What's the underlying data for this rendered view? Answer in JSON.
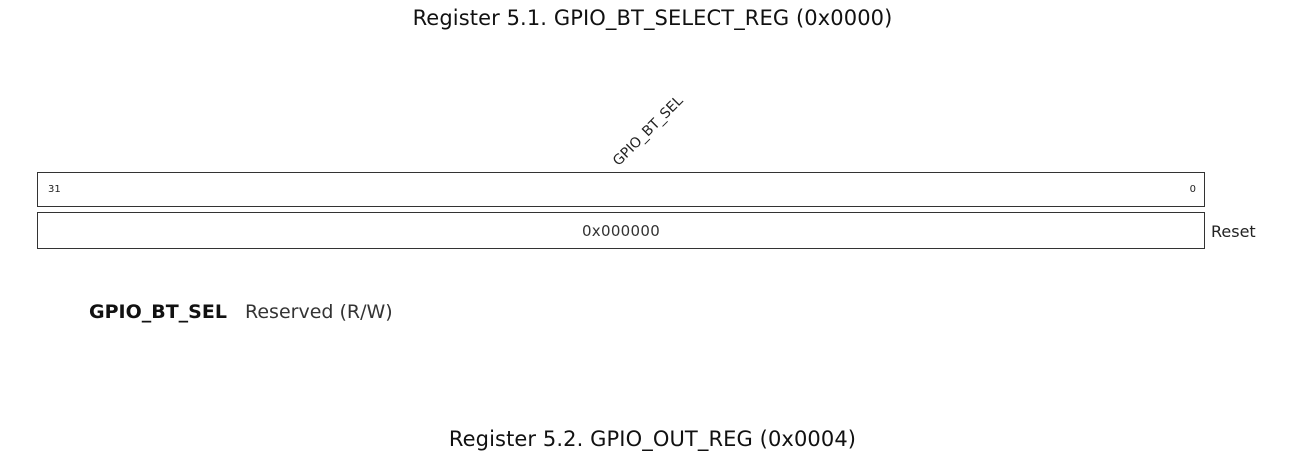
{
  "register1": {
    "title": "Register 5.1. GPIO_BT_SELECT_REG (0x0000)",
    "field_label": "GPIO_BT_SEL",
    "bit_high": "31",
    "bit_low": "0",
    "reset_value": "0x000000",
    "reset_label": "Reset",
    "description": {
      "name": "GPIO_BT_SEL",
      "text": "Reserved (R/W)"
    }
  },
  "register2": {
    "title": "Register 5.2. GPIO_OUT_REG (0x0004)"
  }
}
